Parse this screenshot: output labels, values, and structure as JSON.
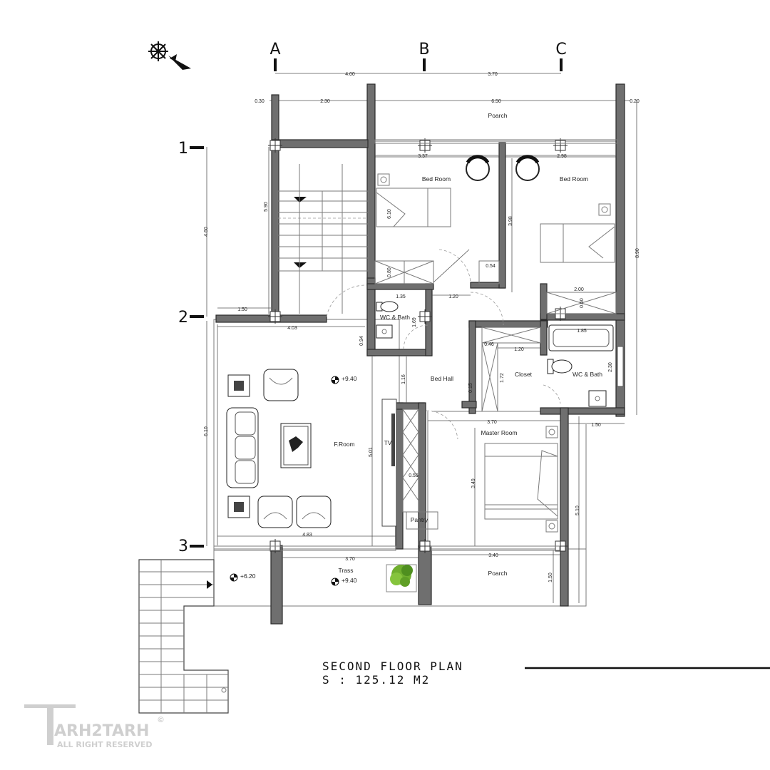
{
  "axes": {
    "columns": [
      "A",
      "B",
      "C"
    ],
    "rows": [
      "1",
      "2",
      "3"
    ]
  },
  "rooms": {
    "poarch_top": "Poarch",
    "bedroom_left": "Bed Room",
    "bedroom_right": "Bed Room",
    "wc_left": "WC & Bath",
    "wc_right": "WC & Bath",
    "closet": "Closet",
    "bed_hall": "Bed Hall",
    "f_room": "F.Room",
    "tv": "TV",
    "master_room": "Master Room",
    "pantry": "Pantry",
    "trass": "Trass",
    "poarch_bottom": "Poarch"
  },
  "levels": {
    "level_froom": "+9.40",
    "level_trass": "+9.40",
    "level_stair": "+6.20"
  },
  "dimensions": {
    "d_400": "4.00",
    "d_370_top": "3.70",
    "d_030": "0.30",
    "d_230": "2.30",
    "d_650": "6.50",
    "d_020": "0.20",
    "d_337": "3.37",
    "d_298": "2.98",
    "d_590": "5.90",
    "d_460": "4.60",
    "d_890": "8.90",
    "d_398": "3.98",
    "d_054": "0.54",
    "d_135": "1.35",
    "d_120a": "1.20",
    "d_200": "2.00",
    "d_060": "0.60",
    "d_150a": "1.50",
    "d_403": "4.03",
    "d_094": "0.94",
    "d_169": "1.69",
    "d_046": "0.46",
    "d_120b": "1.20",
    "d_185": "1.85",
    "d_230b": "2.30",
    "d_172": "1.72",
    "d_116": "1.16",
    "d_015": "0.15",
    "d_370_mid": "3.70",
    "d_150b": "1.50",
    "d_610": "6.10",
    "d_501": "5.01",
    "d_349": "3.49",
    "d_510": "5.10",
    "d_055": "0.55",
    "d_483": "4.83",
    "d_370_bot": "3.70",
    "d_340": "3.40",
    "d_150c": "1.50",
    "d_610_bed": "6.10",
    "d_080": "0.80"
  },
  "title": {
    "line1": "SECOND FLOOR PLAN",
    "line2": "S : 125.12 M2"
  },
  "watermark": {
    "brand": "ARH2TARH",
    "rights": "ALL RIGHT RESERVED",
    "mark": "©"
  }
}
